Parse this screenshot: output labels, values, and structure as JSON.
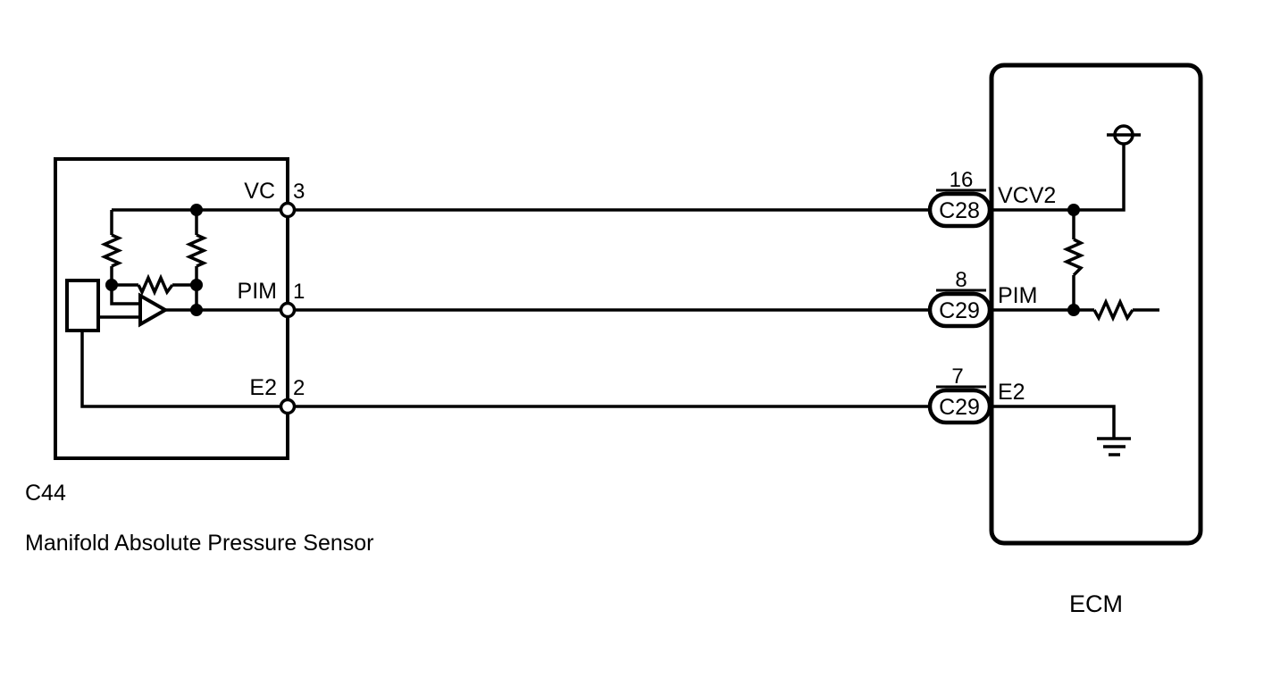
{
  "sensor": {
    "connector_id": "C44",
    "name": "Manifold Absolute Pressure Sensor",
    "terminals": [
      {
        "label": "VC",
        "pin": "3"
      },
      {
        "label": "PIM",
        "pin": "1"
      },
      {
        "label": "E2",
        "pin": "2"
      }
    ]
  },
  "ecm": {
    "name": "ECM",
    "pins": [
      {
        "pin": "16",
        "connector": "C28",
        "signal": "VCV2"
      },
      {
        "pin": "8",
        "connector": "C29",
        "signal": "PIM"
      },
      {
        "pin": "7",
        "connector": "C29",
        "signal": "E2"
      }
    ]
  },
  "icons": {
    "power": "power-supply-icon",
    "ground": "ground-icon",
    "amplifier": "amplifier-icon",
    "resistor": "resistor-icon"
  },
  "colors": {
    "line": "#000000",
    "background": "#ffffff"
  }
}
